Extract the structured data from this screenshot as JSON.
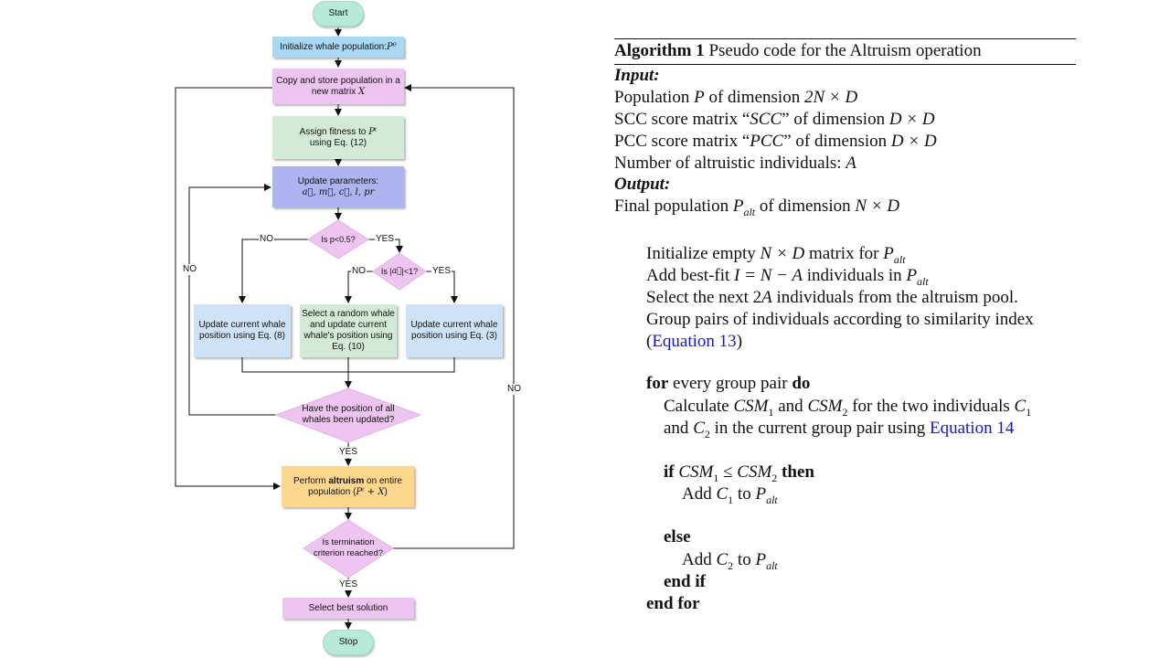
{
  "flowchart": {
    "nodes": {
      "start": "Start",
      "init": {
        "text": "Initialize whale population: ",
        "math": "P⁰"
      },
      "copy": {
        "text": "Copy and store population in a\nnew matrix ",
        "math": "X"
      },
      "fitness": {
        "text": "Assign fitness to ",
        "math": "Pᵗ",
        "text2": "\nusing Eq. (12)"
      },
      "params": {
        "text": "Update parameters:\n",
        "math": "a⃗, m⃗, c⃗, l, pr"
      },
      "p_check": "Is p<0.5?",
      "a_check": {
        "text1": "Is |",
        "math": "a⃗",
        "text2": "|<1?"
      },
      "update8": "Update current whale\nposition using Eq. (8)",
      "update10": "Select a random whale\nand update current\nwhale's position using\nEq. (10)",
      "update3": "Update current whale\nposition using Eq. (3)",
      "all_updated": "Have the position of all\nwhales been updated?",
      "altruism": {
        "text1": "Perform ",
        "bold": "altruism",
        "text2": " on entire\npopulation (",
        "math": "Pᵗ + X",
        "text3": ")"
      },
      "termination": "Is termination\ncriterion reached?",
      "best": "Select best solution",
      "stop": "Stop"
    },
    "edge_labels": {
      "p_no": "NO",
      "p_yes": "YES",
      "a_no": "NO",
      "a_yes": "YES",
      "left_no": "NO",
      "right_no": "NO",
      "all_yes": "YES",
      "term_yes": "YES"
    },
    "colors": {
      "start_stop": "#b7ead7",
      "init": "#a9d8f3",
      "pink": "#eec4f0",
      "green": "#d3ebd6",
      "lavender": "#aeb4f0",
      "blue": "#cfe3f7",
      "yellow": "#fbd88e"
    }
  },
  "algorithm": {
    "title_prefix": "Algorithm 1",
    "title": "Pseudo code for the Altruism operation",
    "input_label": "Input:",
    "inputs": [
      {
        "pre": "Population ",
        "m1": "P",
        "mid": " of dimension ",
        "m2": "2N × D"
      },
      {
        "pre": "SCC score matrix “",
        "m1": "SCC",
        "mid": "” of dimension ",
        "m2": "D × D"
      },
      {
        "pre": "PCC score matrix “",
        "m1": "PCC",
        "mid": "” of dimension ",
        "m2": "D × D"
      },
      {
        "pre": "Number of altruistic individuals: ",
        "m1": "A",
        "mid": "",
        "m2": ""
      }
    ],
    "output_label": "Output:",
    "output": {
      "pre": "Final population ",
      "m1": "P",
      "sub": "alt",
      "mid": " of dimension ",
      "m2": "N × D"
    },
    "steps": {
      "s1": {
        "pre": "Initialize empty ",
        "m": "N × D",
        "mid": " matrix for ",
        "m2": "P",
        "sub": "alt"
      },
      "s2": {
        "pre": "Add best-fit ",
        "m": "I = N − A",
        "mid": " individuals in ",
        "m2": "P",
        "sub": "alt"
      },
      "s3": {
        "pre": "Select the next 2",
        "m": "A",
        "post": " individuals from the altruism pool."
      },
      "s4a": "Group pairs of individuals according to similarity index",
      "s4b": {
        "open": "(",
        "link": "Equation 13",
        "close": ")"
      }
    },
    "loop": {
      "for_kw": "for",
      "for_text": " every group pair ",
      "do_kw": "do",
      "calc_a": {
        "pre": "Calculate ",
        "m1": "CSM",
        "s1": "1",
        "mid": " and ",
        "m2": "CSM",
        "s2": "2",
        "post": " for the two individuals ",
        "m3": "C",
        "s3": "1"
      },
      "calc_b": {
        "pre": "and ",
        "m": "C",
        "s": "2",
        "mid": " in the current group pair using ",
        "link": "Equation 14"
      },
      "if_kw": "if",
      "cond": {
        "m1": "CSM",
        "s1": "1",
        "op": " ≤ ",
        "m2": "CSM",
        "s2": "2"
      },
      "then_kw": "then",
      "add1": {
        "pre": "Add ",
        "m": "C",
        "s": "1",
        "mid": " to ",
        "m2": "P",
        "sub": "alt"
      },
      "else_kw": "else",
      "add2": {
        "pre": "Add ",
        "m": "C",
        "s": "2",
        "mid": " to ",
        "m2": "P",
        "sub": "alt"
      },
      "endif": "end if",
      "endfor": "end for"
    }
  }
}
